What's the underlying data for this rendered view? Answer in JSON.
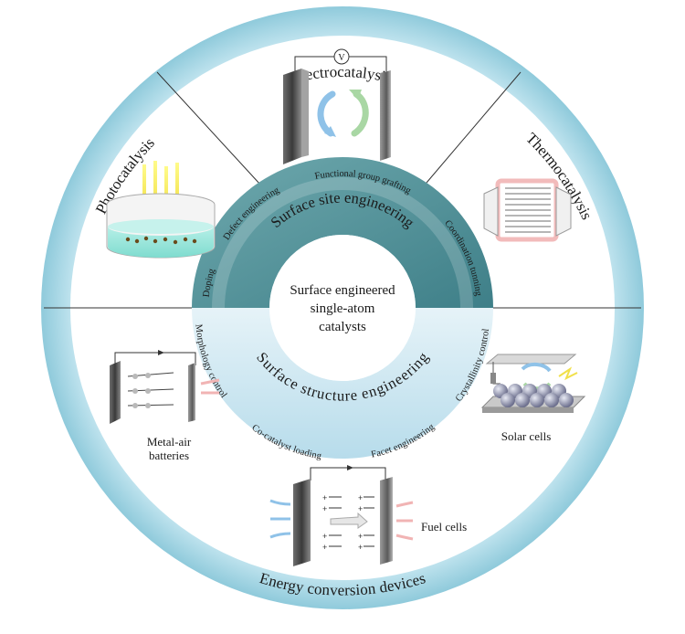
{
  "outer_ring": {
    "top": "Electrocatalysis",
    "left": "Photocatalysis",
    "right": "Thermocatalysis",
    "bottom": "Energy conversion devices"
  },
  "site_ring": {
    "title": "Surface site engineering",
    "labels": [
      "Doping",
      "Defect engineering",
      "Functional group grafting",
      "Coordination tunning"
    ]
  },
  "structure_ring": {
    "title": "Surface structure engineering",
    "labels": [
      "Morphology control",
      "Co-catalyst loading",
      "Facet engineering",
      "Crystallinity control"
    ]
  },
  "center": {
    "line1": "Surface engineered",
    "line2": "single-atom",
    "line3": "catalysts"
  },
  "devices": {
    "metal_air_line1": "Metal-air",
    "metal_air_line2": "batteries",
    "solar": "Solar cells",
    "fuel": "Fuel cells",
    "voltmeter": "V"
  },
  "colors": {
    "outer_ring": "#a8d6e4",
    "site_ring": "#4f8f97",
    "structure_ring": "#cce6f1"
  }
}
